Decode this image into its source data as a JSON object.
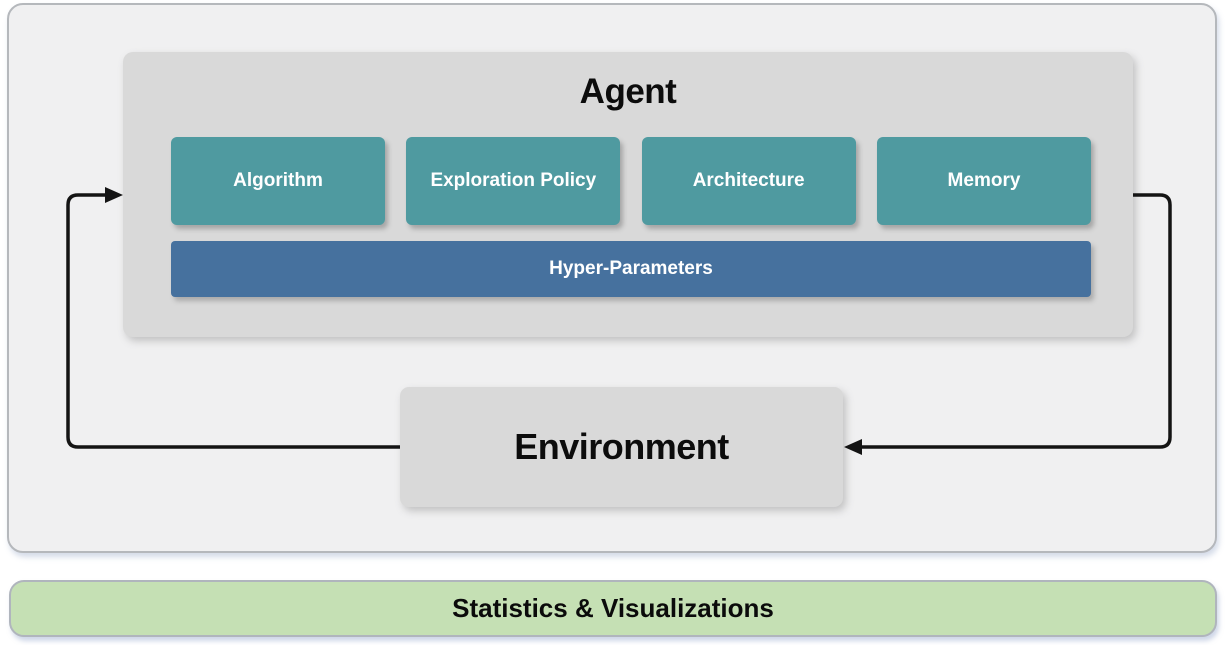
{
  "diagram": {
    "agent": {
      "title": "Agent",
      "modules": [
        {
          "label": "Algorithm"
        },
        {
          "label": "Exploration Policy"
        },
        {
          "label": "Architecture"
        },
        {
          "label": "Memory"
        }
      ],
      "hyper_parameters": {
        "label": "Hyper-Parameters"
      }
    },
    "environment": {
      "label": "Environment"
    },
    "statistics_bar": {
      "label": "Statistics & Visualizations"
    },
    "arrows": [
      {
        "name": "agent-to-environment",
        "from": "Agent",
        "to": "Environment"
      },
      {
        "name": "environment-to-agent",
        "from": "Environment",
        "to": "Agent"
      }
    ],
    "colors": {
      "module_teal": "#4f9aa0",
      "hyper_blue": "#46719e",
      "inner_box_gray": "#d9d9d9",
      "panel_gray": "#f0f0f1",
      "stats_green": "#c5e0b4",
      "arrow_black": "#141414"
    }
  }
}
